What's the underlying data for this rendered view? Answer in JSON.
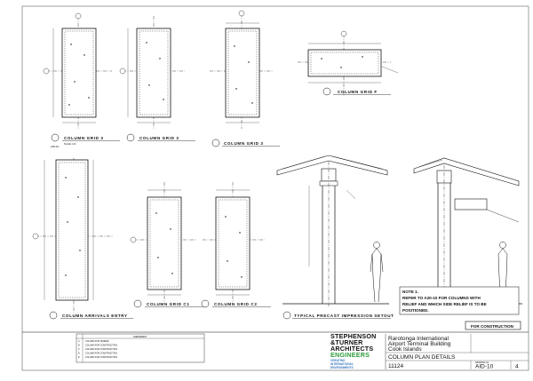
{
  "titles": {
    "grid_3_a": "COLUMN GRID 3",
    "grid_3_b": "COLUMN GRID 3",
    "grid_3_c": "COLUMN GRID 3",
    "grid_f": "COLUMN GRID F",
    "arrivals_entry": "COLUMN ARRIVALS ENTRY",
    "grid_c1": "COLUMN GRID C1",
    "grid_c2": "COLUMN GRID C2",
    "precast": "TYPICAL PRECAST IMPRESSION SETOUT"
  },
  "refs": {
    "sheet_ref": "AID-10",
    "scale": "SCALE 1:10"
  },
  "note_block": {
    "head": "NOTE 1.",
    "line1": "REFER TO A20-10 FOR COLUMNS WITH",
    "line2": "RELIEF AND WHICH SIDE RELIEF IS TO BE",
    "line3": "POSITIONED."
  },
  "stamp": "FOR CONSTRUCTION",
  "revision_header": "AMENDMENT",
  "revisions": [
    {
      "rev": "A",
      "text": "COLUMN FOR TENDER"
    },
    {
      "rev": "B",
      "text": "COLUMN FOR CONSTRUCTION"
    },
    {
      "rev": "C",
      "text": "COLUMN FOR CONSTRUCTION"
    },
    {
      "rev": "D",
      "text": "COLUMN FOR CONSTRUCTION"
    },
    {
      "rev": "E",
      "text": "COLUMN FOR CONSTRUCTION"
    }
  ],
  "firm": {
    "line1": "STEPHENSON",
    "line2": "&TURNER",
    "line3": "ARCHITECTS",
    "line4": "ENGINEERS",
    "line5": "CREATING",
    "line6": "INTERNATIONAL",
    "line7": "ENVIRONMENTS"
  },
  "project": {
    "line1": "Rarotonga International",
    "line2": "Airport Terminal Building",
    "line3": "Cook Islands"
  },
  "drawing_title": "COLUMN PLAN DETAILS",
  "drawing_number_label": "DRAWING No.",
  "job_number": "11124",
  "drawing_number": "AID-10",
  "revision_letter": "4",
  "colors": {
    "ink": "#111111",
    "engineers_green": "#2e9a3c",
    "creating_blue": "#3b78c4"
  }
}
